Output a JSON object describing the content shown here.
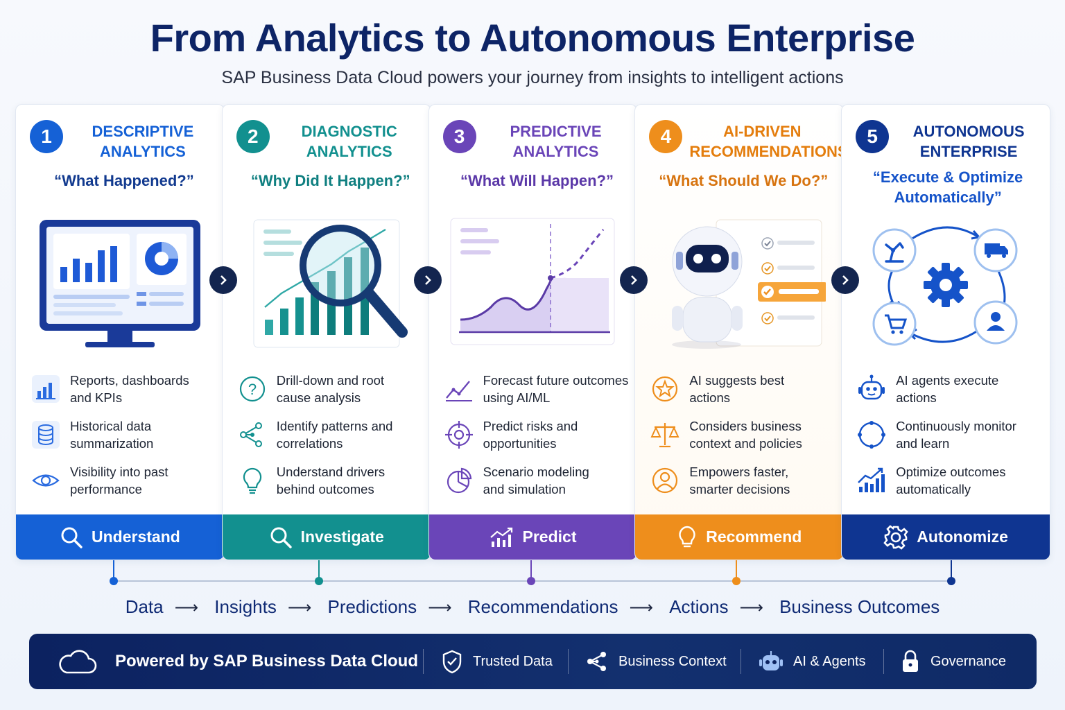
{
  "title": "From Analytics to Autonomous Enterprise",
  "subtitle": "SAP Business Data Cloud powers your journey from insights to intelligent actions",
  "stages": [
    {
      "number": "1",
      "title_line1": "DESCRIPTIVE",
      "title_line2": "ANALYTICS",
      "question": "“What Happened?”",
      "color": "#1561d6",
      "features": [
        {
          "icon": "bar-chart-icon",
          "line1": "Reports, dashboards",
          "line2": "and KPIs"
        },
        {
          "icon": "database-icon",
          "line1": "Historical data",
          "line2": "summarization"
        },
        {
          "icon": "eye-icon",
          "line1": "Visibility into past",
          "line2": "performance"
        }
      ],
      "action": "Understand",
      "action_icon": "search-icon"
    },
    {
      "number": "2",
      "title_line1": "DIAGNOSTIC",
      "title_line2": "ANALYTICS",
      "question": "“Why Did It Happen?”",
      "color": "#12908f",
      "features": [
        {
          "icon": "question-icon",
          "line1": "Drill-down and root",
          "line2": "cause analysis"
        },
        {
          "icon": "share-nodes-icon",
          "line1": "Identify patterns and",
          "line2": "correlations"
        },
        {
          "icon": "lightbulb-icon",
          "line1": "Understand drivers",
          "line2": "behind outcomes"
        }
      ],
      "action": "Investigate",
      "action_icon": "search-icon"
    },
    {
      "number": "3",
      "title_line1": "PREDICTIVE",
      "title_line2": "ANALYTICS",
      "question": "“What Will Happen?”",
      "color": "#6a45b8",
      "features": [
        {
          "icon": "trend-line-icon",
          "line1": "Forecast future outcomes",
          "line2": "using AI/ML"
        },
        {
          "icon": "target-icon",
          "line1": "Predict risks and",
          "line2": "opportunities"
        },
        {
          "icon": "pie-chart-icon",
          "line1": "Scenario modeling",
          "line2": "and simulation"
        }
      ],
      "action": "Predict",
      "action_icon": "growth-chart-icon"
    },
    {
      "number": "4",
      "title_line1": "AI-DRIVEN",
      "title_line2": "RECOMMENDATIONS",
      "question": "“What Should We Do?”",
      "color": "#ee8e1c",
      "features": [
        {
          "icon": "star-badge-icon",
          "line1": "AI suggests best",
          "line2": "actions"
        },
        {
          "icon": "scales-icon",
          "line1": "Considers business",
          "line2": "context and policies"
        },
        {
          "icon": "person-icon",
          "line1": "Empowers faster,",
          "line2": "smarter decisions"
        }
      ],
      "action": "Recommend",
      "action_icon": "lightbulb-icon"
    },
    {
      "number": "5",
      "title_line1": "AUTONOMOUS",
      "title_line2": "ENTERPRISE",
      "question_line1": "“Execute & Optimize",
      "question_line2": "Automatically”",
      "color": "#0f3591",
      "features": [
        {
          "icon": "robot-icon",
          "line1": "AI agents execute",
          "line2": "actions"
        },
        {
          "icon": "cycle-icon",
          "line1": "Continuously monitor",
          "line2": "and learn"
        },
        {
          "icon": "growth-bars-icon",
          "line1": "Optimize outcomes",
          "line2": "automatically"
        }
      ],
      "action": "Autonomize",
      "action_icon": "gear-icon"
    }
  ],
  "flow": [
    "Data",
    "Insights",
    "Predictions",
    "Recommendations",
    "Actions",
    "Business Outcomes"
  ],
  "footer": {
    "main": "Powered by SAP Business Data Cloud",
    "pillars": [
      {
        "icon": "shield-check-icon",
        "label": "Trusted Data"
      },
      {
        "icon": "share-nodes-icon",
        "label": "Business Context"
      },
      {
        "icon": "robot-icon",
        "label": "AI & Agents"
      },
      {
        "icon": "lock-icon",
        "label": "Governance"
      }
    ]
  }
}
